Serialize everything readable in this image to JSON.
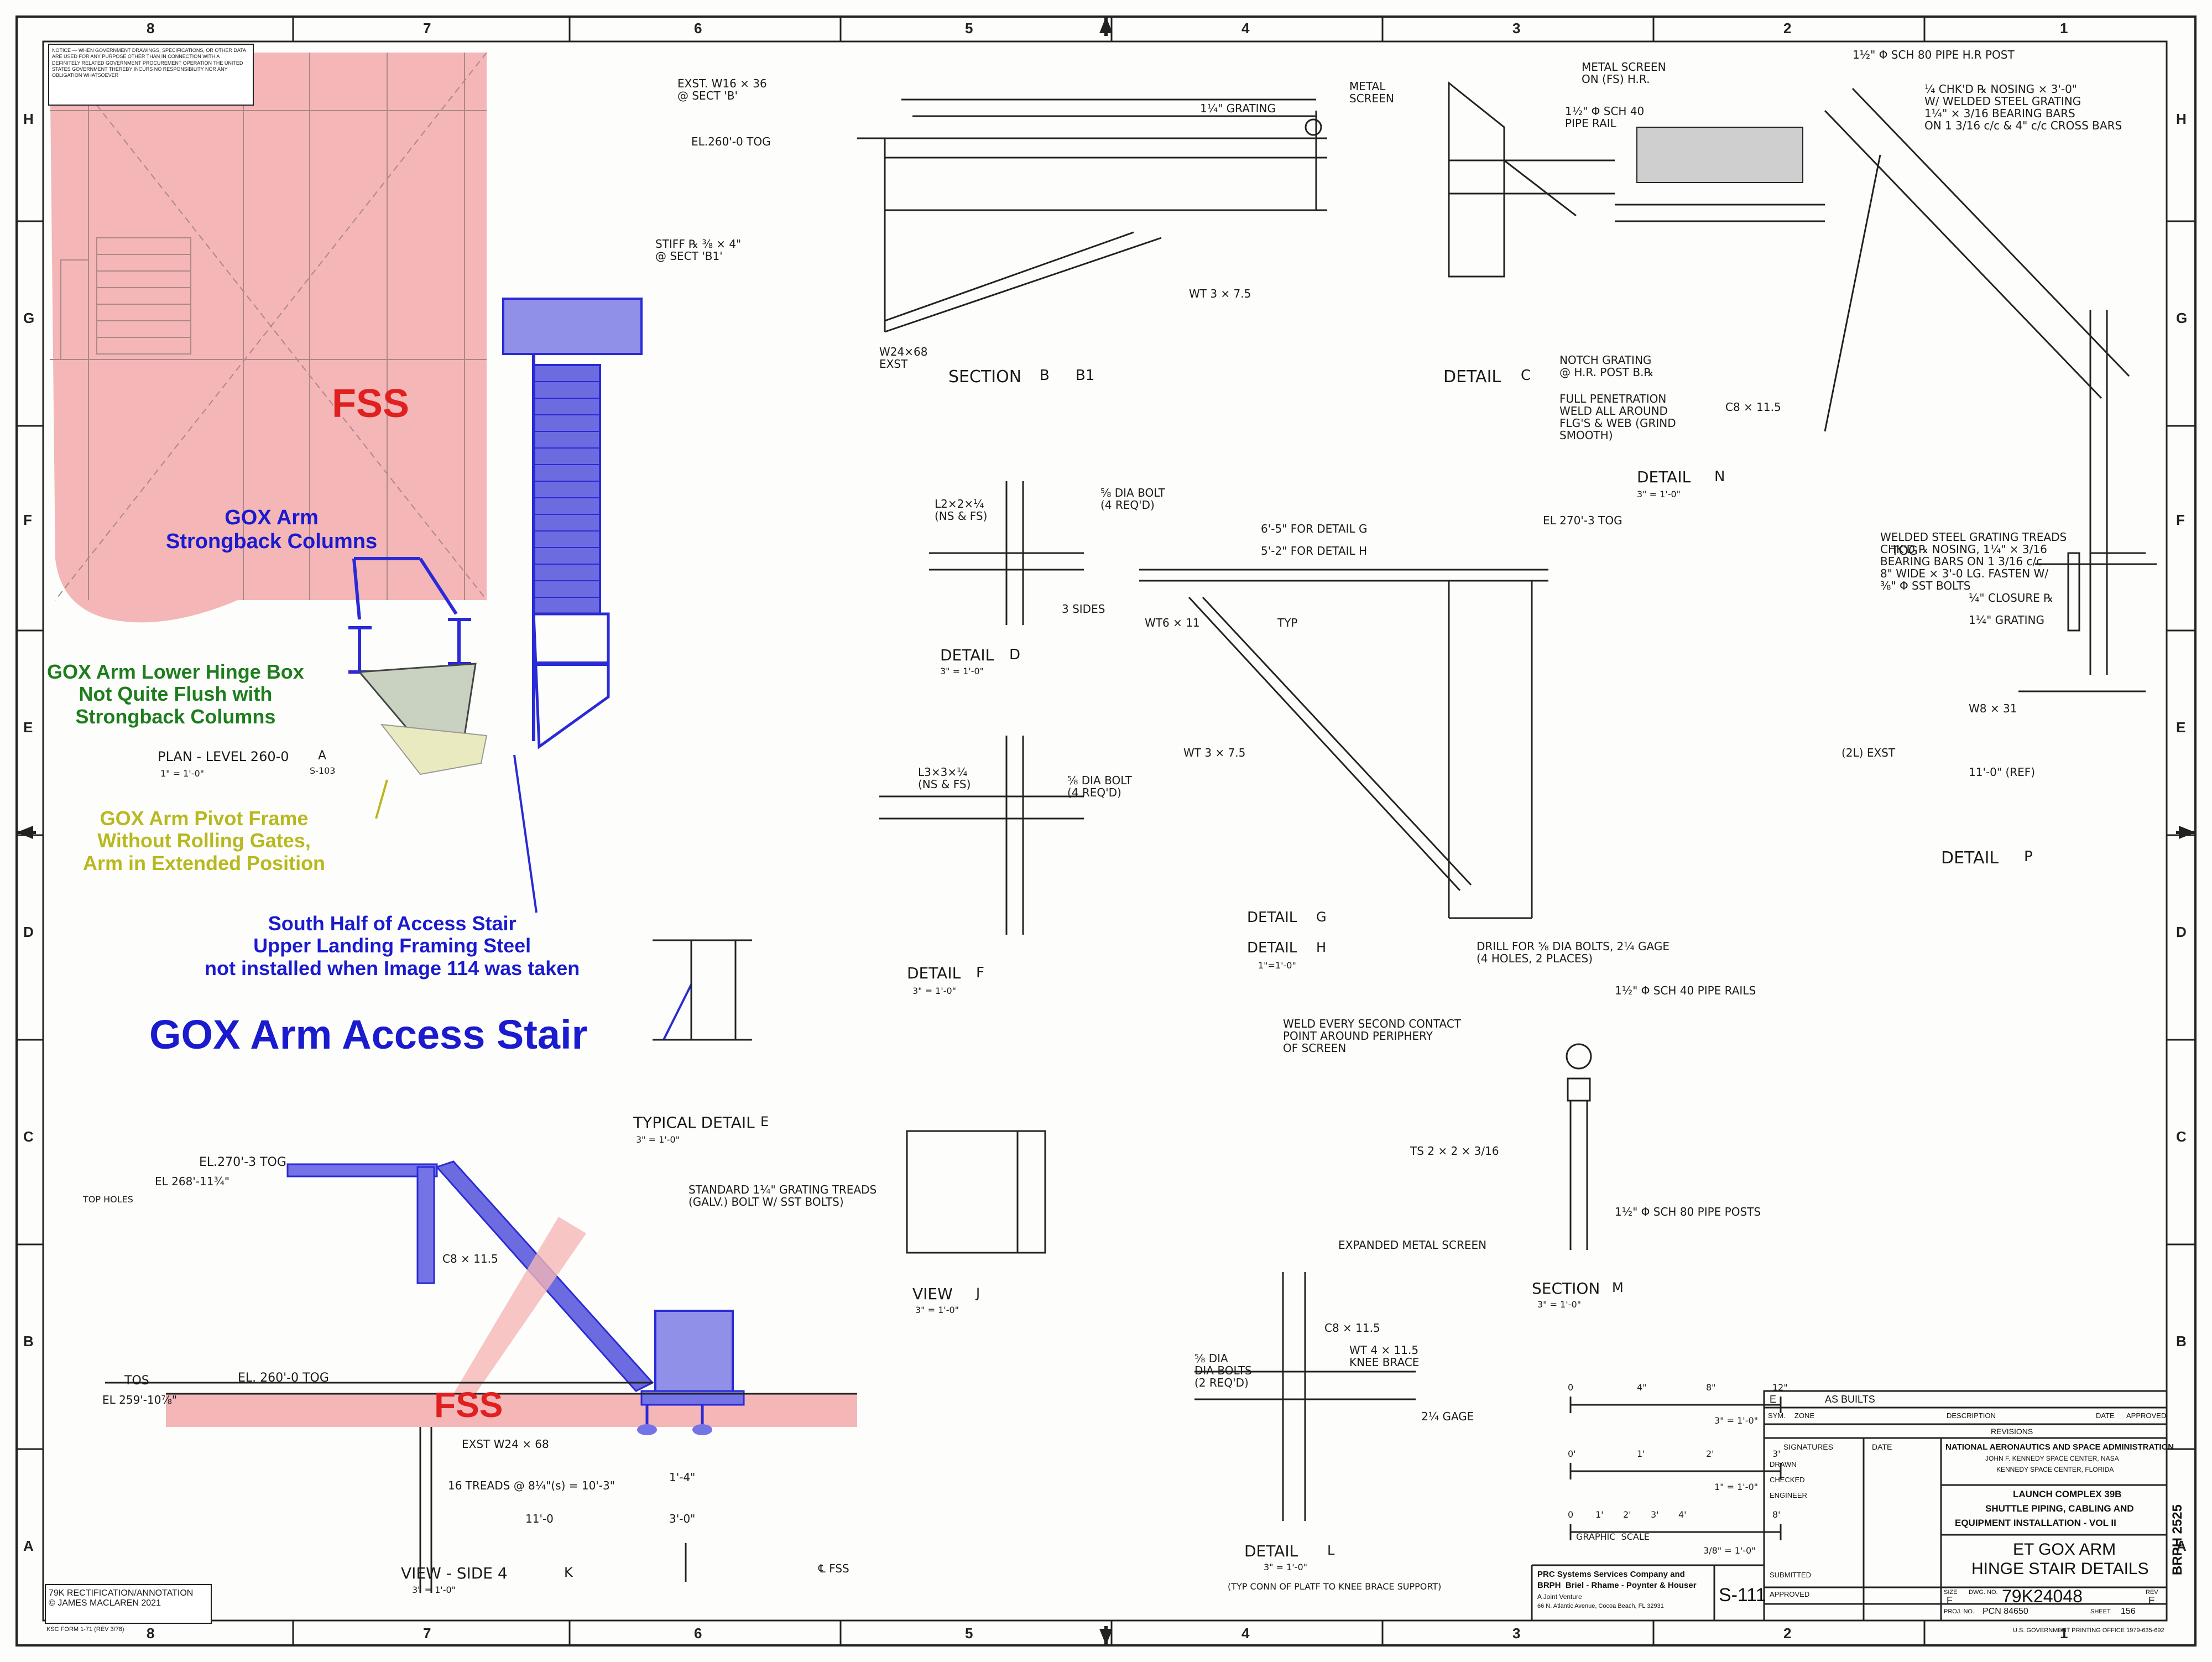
{
  "sheet": {
    "grid_columns": [
      "8",
      "7",
      "6",
      "5",
      "4",
      "3",
      "2",
      "1"
    ],
    "grid_rows": [
      "H",
      "G",
      "F",
      "E",
      "D",
      "C",
      "B",
      "A"
    ]
  },
  "annotations": {
    "fss_top": "FSS",
    "fss_bottom": "FSS",
    "gox_arm_columns": "GOX Arm\nStrongback Columns",
    "lower_hinge_box": "GOX Arm Lower Hinge Box\nNot Quite Flush with\nStrongback Columns",
    "pivot_frame": "GOX Arm Pivot Frame\nWithout Rolling Gates,\nArm in Extended Position",
    "south_half": "South Half of Access Stair\nUpper Landing Framing Steel\nnot installed when Image 114 was taken",
    "access_stair": "GOX Arm Access Stair",
    "rectification": "79K RECTIFICATION/ANNOTATION\n© JAMES MACLAREN 2021"
  },
  "colors": {
    "fss_fill": "#f4b6b6",
    "blue_steel": "#3d3de0",
    "green_text": "#1e7d1e",
    "olive_text": "#b8b820",
    "red_text": "#e02020"
  },
  "notes_block": "NOTICE — WHEN GOVERNMENT DRAWINGS, SPECIFICATIONS, OR OTHER DATA ARE USED FOR ANY PURPOSE OTHER THAN IN CONNECTION WITH A DEFINITELY RELATED GOVERNMENT PROCUREMENT OPERATION THE UNITED STATES GOVERNMENT THEREBY INCURS NO RESPONSIBILITY NOR ANY OBLIGATION WHATSOEVER",
  "labels": {
    "section_bb1": "SECTION",
    "section_bb1_a": "B",
    "section_bb1_b": "B1",
    "detail_c": "DETAIL",
    "detail_c_letter": "C",
    "detail_n": "DETAIL",
    "detail_n_letter": "N",
    "detail_n_scale": "3\" = 1'-0\"",
    "detail_d": "DETAIL",
    "detail_d_letter": "D",
    "detail_d_scale": "3\" = 1'-0\"",
    "detail_f": "DETAIL",
    "detail_f_letter": "F",
    "detail_f_scale": "3\" = 1'-0\"",
    "detail_g": "DETAIL",
    "detail_g_letter": "G",
    "detail_h": "DETAIL",
    "detail_h_letter": "H",
    "detail_gh_scale": "1\"=1'-0\"",
    "detail_p": "DETAIL",
    "detail_p_letter": "P",
    "typical_detail_e": "TYPICAL DETAIL",
    "typical_detail_e_letter": "E",
    "typical_detail_e_scale": "3\" = 1'-0\"",
    "view_j": "VIEW",
    "view_j_letter": "J",
    "view_j_scale": "3\" = 1'-0\"",
    "section_m": "SECTION",
    "section_m_letter": "M",
    "section_m_scale": "3\" = 1'-0\"",
    "detail_l": "DETAIL",
    "detail_l_letter": "L",
    "detail_l_scale": "3\" = 1'-0\"",
    "detail_l_note": "(TYP CONN OF PLATF TO KNEE BRACE SUPPORT)",
    "plan_level": "PLAN - LEVEL 260-0",
    "plan_letter": "A",
    "plan_scale": "1\" = 1'-0\"",
    "plan_ref": "S-103",
    "view_side": "VIEW - SIDE 4",
    "view_side_letter": "K",
    "view_side_scale": "3\" = 1'-0\"",
    "el_260_tog": "EL.260'-0 TOG",
    "el_270_3_tog": "EL 270'-3 TOG",
    "el_270_3_tog_c": "EL.270'-3 TOG",
    "el_268": "EL 268'-11¾\"",
    "top_holes": "TOP HOLES",
    "tos": "TOS",
    "el_259": "EL 259'-10⅞\"",
    "el_260_tog_b": "EL. 260'-0 TOG",
    "exst_w16": "EXST. W16 × 36\n@ SECT 'B'",
    "metal_screen": "METAL\nSCREEN",
    "grating": "1¼\" GRATING",
    "stiff": "STIFF ℞ ⅜ × 4\"\n@ SECT 'B1'",
    "w24": "W24×68\nEXST",
    "wt3": "WT 3 × 7.5",
    "metal_screen_hr": "METAL SCREEN\nON (FS) H.R.",
    "pipe_rail": "1½\" Φ SCH 40\nPIPE RAIL",
    "pipe_post": "1½\" Φ SCH 80 PIPE H.R POST",
    "chkd": "¼ CHK'D ℞ NOSING × 3'-0\"\nW/ WELDED STEEL GRATING\n1¼\" × 3/16 BEARING BARS\nON 1 3/16 c/c & 4\" c/c CROSS BARS",
    "notch": "NOTCH GRATING\n@ H.R. POST B.℞",
    "full_pen": "FULL PENETRATION\nWELD ALL AROUND\nFLG'S & WEB (GRIND\nSMOOTH)",
    "c8_115": "C8 × 11.5",
    "welded_steel": "WELDED STEEL GRATING TREADS\nCHK'D ℞ NOSING, 1¼\" × 3/16\nBEARING BARS ON 1 3/16 c/c\n8\" WIDE × 3'-0 LG. FASTEN W/\n⅜\" Φ SST BOLTS",
    "tog": "TOG",
    "closure": "¼\" CLOSURE ℞",
    "grating_14": "1¼\" GRATING",
    "w8": "W8 × 31",
    "dim_11_0": "11'-0\" (REF)",
    "exst": "(2L) EXST",
    "bolt_58": "⅝ DIA BOLT\n(4 REQ'D)",
    "l2x2": "L2×2×¼\n(NS & FS)",
    "bolt_58b": "⅝ DIA BOLT\n(4 REQ'D)",
    "l3x3": "L3×3×¼\n(NS & FS)",
    "sides": "3 SIDES",
    "wt6": "WT6 × 11",
    "typ": "TYP",
    "det_g_dim": "6'-5\" FOR DETAIL G",
    "det_h_dim": "5'-2\" FOR DETAIL H",
    "wt37": "WT 3 × 7.5",
    "drill": "DRILL FOR ⅝ DIA BOLTS, 2¼ GAGE\n(4 HOLES, 2 PLACES)",
    "weld_every": "WELD EVERY SECOND CONTACT\nPOINT AROUND PERIPHERY\nOF SCREEN",
    "pipe_rails_40": "1½\" Φ SCH 40 PIPE RAILS",
    "ts2": "TS 2 × 2 × 3/16",
    "pipe_posts_80": "1½\" Φ SCH 80 PIPE POSTS",
    "expanded": "EXPANDED METAL SCREEN",
    "standard": "STANDARD 1¼\" GRATING TREADS\n(GALV.) BOLT W/ SST BOLTS)",
    "exst_w24": "EXST W24 × 68",
    "treads": "16 TREADS @ 8¼\"(s) = 10'-3\"",
    "dim_11_0b": "11'-0",
    "dim_3_0": "3'-0\"",
    "dim_1_4": "1'-4\"",
    "c8": "C8 × 11.5",
    "fss_small": "℄ FSS",
    "wt4": "WT 4 × 11.5\nKNEE BRACE",
    "dia_bolts": "⅝ DIA\nDIA BOLTS\n(2 REQ'D)",
    "gage": "2¼ GAGE"
  },
  "scales": {
    "title": "GRAPHIC  SCALE",
    "rows": [
      {
        "ticks": [
          "0",
          "4\"",
          "8\"",
          "12\""
        ],
        "label": "3\" = 1'-0\""
      },
      {
        "ticks": [
          "0'",
          "1'",
          "2'",
          "3'"
        ],
        "label": "1\" = 1'-0\""
      },
      {
        "ticks": [
          "0",
          "1'",
          "2'",
          "3'",
          "4'",
          "8'"
        ],
        "label": "3/8\" = 1'-0\""
      }
    ]
  },
  "title_block": {
    "revision_letter": "E",
    "revision_desc": "AS BUILTS",
    "sym": "SYM.",
    "zone": "ZONE",
    "description": "DESCRIPTION",
    "date": "DATE",
    "approved": "APPROVED",
    "revisions": "REVISIONS",
    "signatures": "SIGNATURES",
    "date2": "DATE",
    "drawn": "DRAWN",
    "checked": "CHECKED",
    "engineer": "ENGINEER",
    "submitted": "SUBMITTED",
    "approved2": "APPROVED",
    "agency": "NATIONAL AERONAUTICS AND SPACE ADMINISTRATION",
    "center": "JOHN F. KENNEDY SPACE CENTER, NASA",
    "center2": "KENNEDY SPACE CENTER, FLORIDA",
    "project1": "LAUNCH COMPLEX 39B",
    "project2": "SHUTTLE PIPING, CABLING AND",
    "project3": "EQUIPMENT INSTALLATION - VOL II",
    "title1": "ET GOX ARM",
    "title2": "HINGE STAIR DETAILS",
    "size_lbl": "SIZE",
    "size": "F",
    "dwg_lbl": "DWG. NO.",
    "dwg_no": "79K24048",
    "rev_lbl": "REV",
    "rev": "E",
    "proj_lbl": "PROJ. NO.",
    "proj_no": "PCN 84650",
    "sheet_lbl": "SHEET",
    "sheet_no": "156",
    "sheet_ref": "S-111",
    "firm1": "PRC Systems Services Company and",
    "firm2": "BRPH  Briel - Rhame - Poynter & Houser",
    "firm3": "A Joint Venture",
    "firm4": "66 N. Atlantic Avenue, Cocoa Beach, FL 32931",
    "side_code": "BRPH 2525",
    "bottom_left": "KSC FORM 1-71 (REV 3/78)",
    "bottom_right": "U.S. GOVERNMENT PRINTING OFFICE 1979-635-692"
  }
}
